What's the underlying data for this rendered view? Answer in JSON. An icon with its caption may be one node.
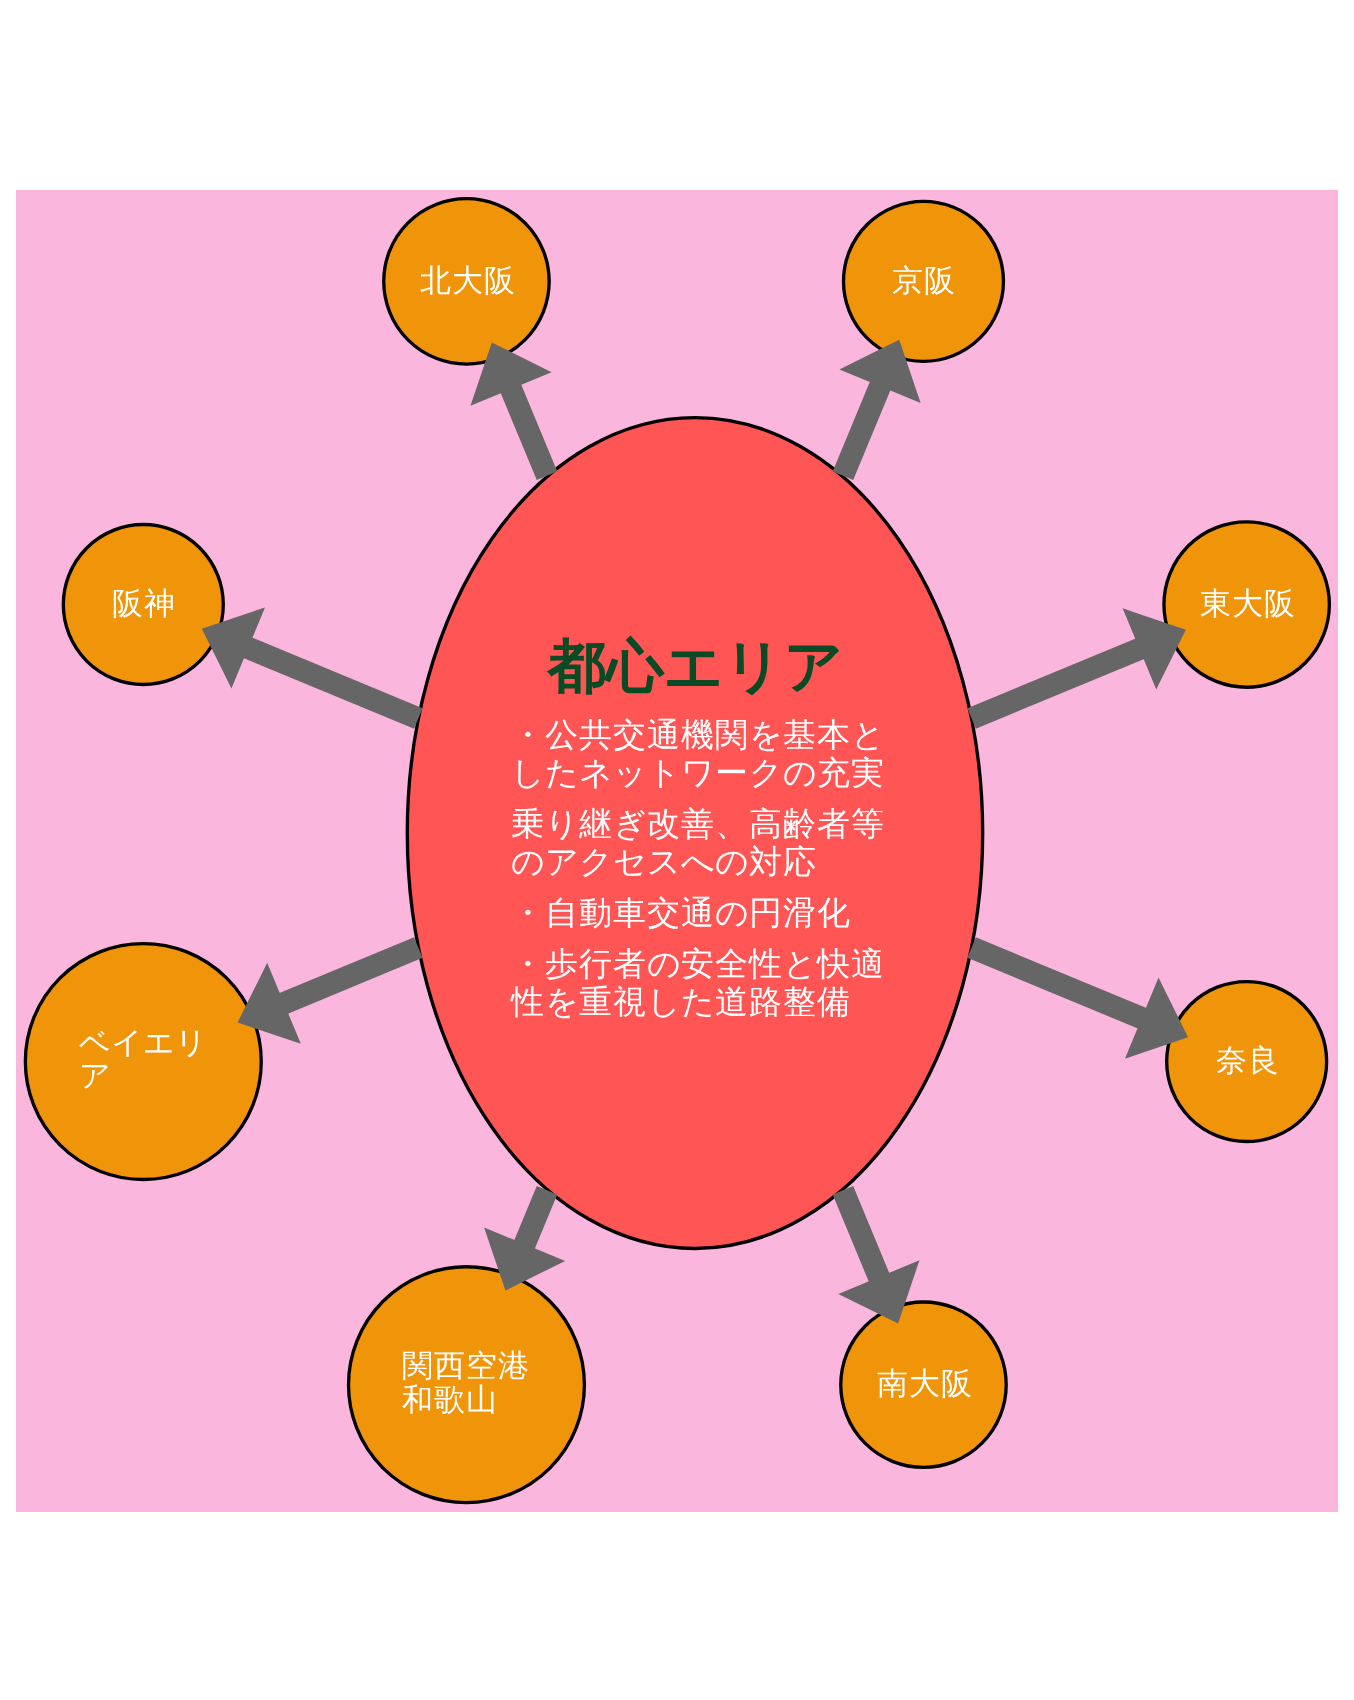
{
  "diagram": {
    "nodes": [
      {
        "text": [
          "都心エリア",
          "・公共交通機関を基本としたネットワークの充実",
          "乗り継ぎ改善、高齢者等のアクセスへの対応",
          "・自動車交通の円滑化",
          "・歩行者の安全性と快適性を重視した道路整備"
        ]
      },
      {
        "text": [
          "北大阪"
        ]
      },
      {
        "text": [
          "京阪"
        ]
      },
      {
        "text": [
          "東大阪"
        ]
      },
      {
        "text": [
          "奈良"
        ]
      },
      {
        "text": [
          "南大阪"
        ]
      },
      {
        "text": [
          "関西空港和歌山"
        ]
      },
      {
        "text": [
          "ベイエリア"
        ]
      },
      {
        "text": [
          "阪神"
        ]
      }
    ],
    "edges": [
      {
        "from": 0,
        "to": 1,
        "arrow": "to"
      },
      {
        "from": 0,
        "to": 2,
        "arrow": "to"
      },
      {
        "from": 0,
        "to": 3,
        "arrow": "to"
      },
      {
        "from": 0,
        "to": 4,
        "arrow": "to"
      },
      {
        "from": 0,
        "to": 5,
        "arrow": "to"
      },
      {
        "from": 0,
        "to": 6,
        "arrow": "to"
      },
      {
        "from": 0,
        "to": 7,
        "arrow": "to"
      },
      {
        "from": 0,
        "to": 8,
        "arrow": "to"
      }
    ]
  }
}
